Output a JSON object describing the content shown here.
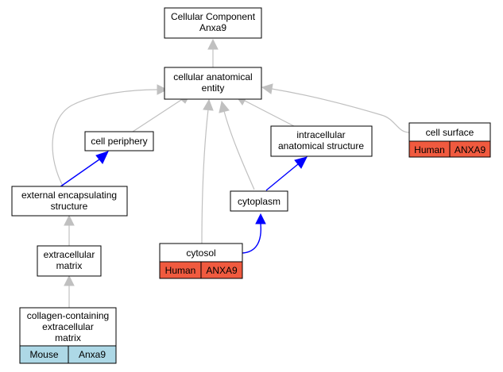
{
  "nodes": {
    "root": {
      "lines": [
        "Cellular Component",
        "Anxa9"
      ]
    },
    "cae": {
      "lines": [
        "cellular anatomical",
        "entity"
      ]
    },
    "cell_periphery": {
      "lines": [
        "cell periphery"
      ]
    },
    "ias": {
      "lines": [
        "intracellular",
        "anatomical structure"
      ]
    },
    "cell_surface": {
      "lines": [
        "cell surface"
      ],
      "species": "Human",
      "gene": "ANXA9"
    },
    "ees": {
      "lines": [
        "external encapsulating",
        "structure"
      ]
    },
    "cytoplasm": {
      "lines": [
        "cytoplasm"
      ]
    },
    "ecm": {
      "lines": [
        "extracellular",
        "matrix"
      ]
    },
    "cytosol": {
      "lines": [
        "cytosol"
      ],
      "species": "Human",
      "gene": "ANXA9"
    },
    "collagen": {
      "lines": [
        "collagen-containing",
        "extracellular",
        "matrix"
      ],
      "species": "Mouse",
      "gene": "Anxa9"
    }
  },
  "colors": {
    "human_cell": "#f05a3f",
    "mouse_cell": "#add8e6",
    "is_a_edge": "#c0c0c0",
    "part_of_edge": "#0000ff"
  }
}
